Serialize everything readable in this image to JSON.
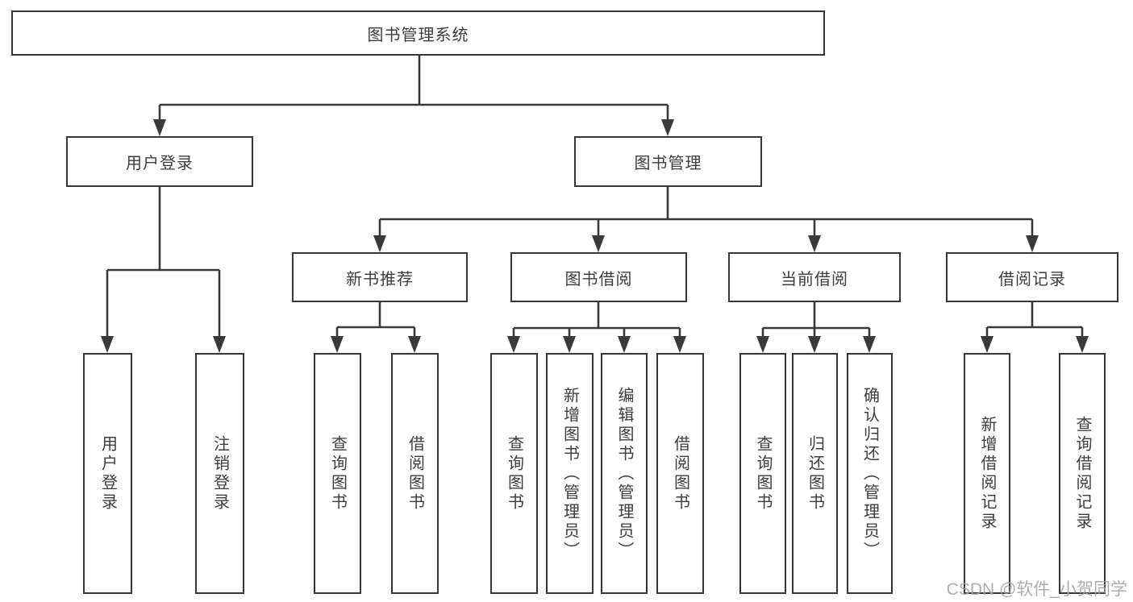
{
  "colors": {
    "line": "#3a3a3a",
    "box_border": "#373737",
    "text": "#3d3d3d",
    "background": "#ffffff",
    "watermark": "#a4a4a4"
  },
  "diagram": {
    "root": {
      "label": "图书管理系统"
    },
    "level2": [
      {
        "label": "用户登录"
      },
      {
        "label": "图书管理"
      }
    ],
    "level3": [
      {
        "label": "新书推荐"
      },
      {
        "label": "图书借阅"
      },
      {
        "label": "当前借阅"
      },
      {
        "label": "借阅记录"
      }
    ],
    "leaves": [
      {
        "group": "用户登录",
        "label": "用户登录"
      },
      {
        "group": "用户登录",
        "label": "注销登录"
      },
      {
        "group": "新书推荐",
        "label": "查询图书"
      },
      {
        "group": "新书推荐",
        "label": "借阅图书"
      },
      {
        "group": "图书借阅",
        "label": "查询图书"
      },
      {
        "group": "图书借阅",
        "label": "新增图书（管理员）"
      },
      {
        "group": "图书借阅",
        "label": "编辑图书（管理员）"
      },
      {
        "group": "图书借阅",
        "label": "借阅图书"
      },
      {
        "group": "当前借阅",
        "label": "查询图书"
      },
      {
        "group": "当前借阅",
        "label": "归还图书"
      },
      {
        "group": "当前借阅",
        "label": "确认归还（管理员）"
      },
      {
        "group": "借阅记录",
        "label": "新增借阅记录"
      },
      {
        "group": "借阅记录",
        "label": "查询借阅记录"
      }
    ]
  },
  "watermark": {
    "text": "CSDN @软件_小贺同学"
  }
}
